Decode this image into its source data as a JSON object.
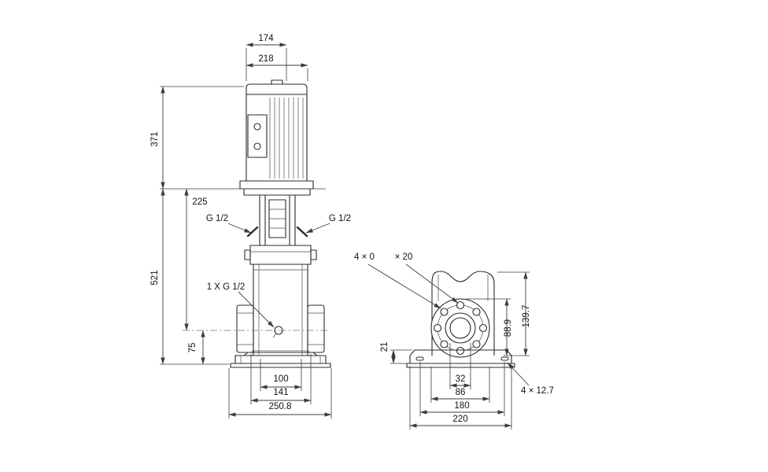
{
  "page": {
    "background": "#ffffff",
    "line_color": "#2b2b2b",
    "dim_color": "#3d3d3d"
  },
  "front_view": {
    "dim_fan_width": "174",
    "dim_motor_width": "218",
    "dim_motor_height": "371",
    "dim_stool_height": "225",
    "dim_total_height": "521",
    "dim_port_height": "75",
    "dim_port_span": "100",
    "dim_flange_span": "141",
    "dim_base_width": "250.8",
    "label_port_left": "G 1/2",
    "label_port_right": "G 1/2",
    "label_drain_port": "1 X G 1/2"
  },
  "side_view": {
    "label_bolt_holes_prefix": "4 × 0",
    "label_bolt_holes_suffix": "× 20",
    "dim_base_height": "21",
    "dim_flange_od": "88.9",
    "dim_support_height": "139.7",
    "dim_bore": "32",
    "dim_bolt_circle": "86",
    "dim_hole_spacing": "180",
    "dim_base_depth": "220",
    "label_base_holes": "4 × 12.7"
  }
}
